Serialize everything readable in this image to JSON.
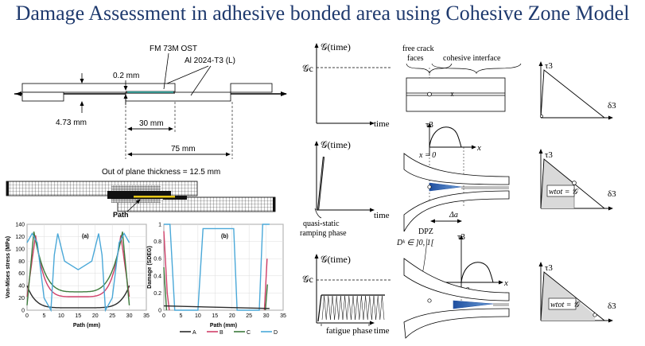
{
  "title": "Damage Assessment in adhesive bonded area using Cohesive Zone Model",
  "specimen": {
    "adhesive": "FM 73M OST",
    "adherend": "Al 2024-T3 (L)",
    "bondline": "0.2 mm",
    "thickness": "4.73 mm",
    "overlap": "30 mm",
    "span": "75 mm",
    "out_of_plane": "Out of plane thickness = 12.5 mm",
    "path_label": "Path"
  },
  "stress_plot": {
    "panel": "(a)",
    "ylabel": "Von-Mises stress (MPa)",
    "xlabel": "Path (mm)",
    "yticks": [
      "0",
      "20",
      "40",
      "60",
      "80",
      "100",
      "120",
      "140"
    ],
    "xticks": [
      "0",
      "5",
      "10",
      "15",
      "20",
      "25",
      "30",
      "35"
    ]
  },
  "damage_plot": {
    "panel": "(b)",
    "ylabel": "Damage (SDEG)",
    "xlabel": "Path (mm)",
    "yticks": [
      "0",
      "0.2",
      "0.4",
      "0.6",
      "0.8",
      "1"
    ],
    "xticks": [
      "0",
      "5",
      "10",
      "15",
      "20",
      "25",
      "30",
      "35"
    ]
  },
  "legend": [
    {
      "name": "A",
      "color": "#2b2b2b"
    },
    {
      "name": "B",
      "color": "#d0406a"
    },
    {
      "name": "C",
      "color": "#3c7a3c"
    },
    {
      "name": "D",
      "color": "#4aa8d8"
    }
  ],
  "loading": {
    "g_time": "𝒢(time)",
    "gc": "𝒢c",
    "time": "time",
    "quasi_static": "quasi-static",
    "ramping": "ramping phase",
    "fatigue": "fatigue phase"
  },
  "interface": {
    "free_crack": "free crack",
    "faces": "faces",
    "cohesive": "cohesive interface",
    "tau3": "τ3",
    "delta3": "δ3",
    "x": "x",
    "x_eq_0": "x = 0",
    "delta_a": "Δa",
    "dpz": "DPZ",
    "dk": "Dᵏ ∈ ]0, 1[",
    "wtot": "wtot = 𝒢"
  }
}
